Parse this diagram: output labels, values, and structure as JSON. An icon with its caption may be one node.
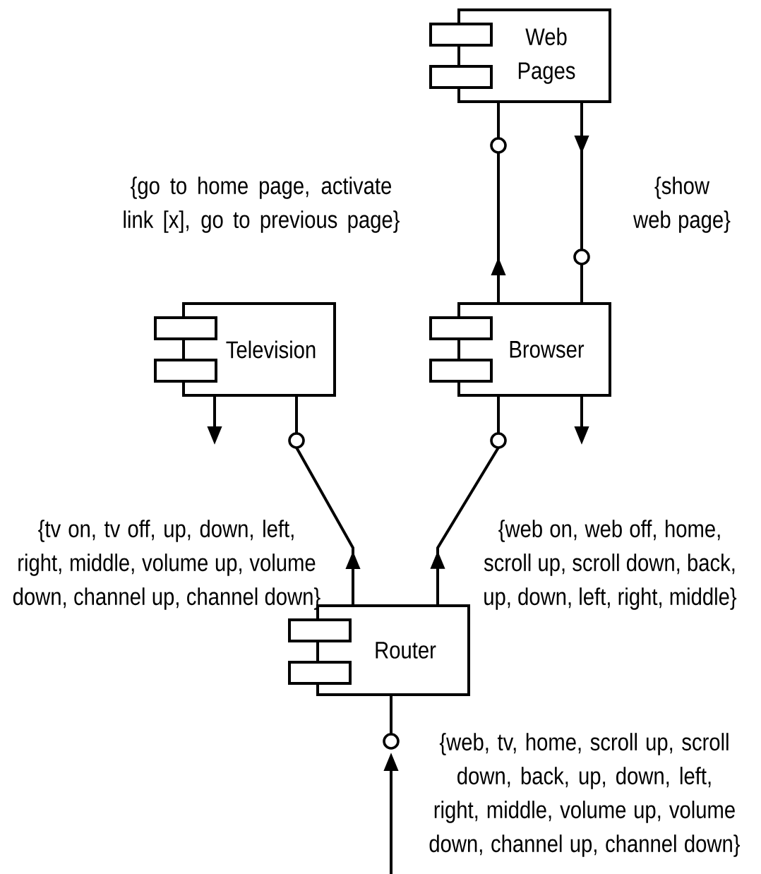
{
  "diagram": {
    "nodes": [
      {
        "text": [
          "Web Pages"
        ]
      },
      {
        "text": [],
        "shape": "circle"
      },
      {
        "text": [],
        "shape": "circle"
      },
      {
        "text": [
          "Television"
        ]
      },
      {
        "text": [
          "Browser"
        ]
      },
      {
        "text": [],
        "shape": "circle"
      },
      {
        "text": [],
        "shape": "circle"
      },
      {
        "text": [
          "Router"
        ]
      },
      {
        "text": [],
        "shape": "circle"
      }
    ],
    "edges": [
      {
        "from": 0,
        "to": 1,
        "arrow": "none"
      },
      {
        "from": 4,
        "to": 1,
        "arrow": "to"
      },
      {
        "from": 0,
        "to": 2,
        "arrow": "to"
      },
      {
        "from": 2,
        "to": 4,
        "arrow": "none"
      },
      {
        "from": 3,
        "to": null,
        "arrow": "to"
      },
      {
        "from": 3,
        "to": 5,
        "arrow": "none"
      },
      {
        "from": 7,
        "to": 5,
        "arrow": "to"
      },
      {
        "from": 4,
        "to": 6,
        "arrow": "none"
      },
      {
        "from": 7,
        "to": 6,
        "arrow": "to"
      },
      {
        "from": 4,
        "to": null,
        "arrow": "to"
      },
      {
        "from": 7,
        "to": 8,
        "arrow": "none"
      },
      {
        "from": null,
        "to": 8,
        "arrow": "to"
      }
    ],
    "labels": [
      "{go to home page, activate link [x], go to previous page}",
      "{show web page}",
      "{tv on, tv off, up, down, left, right, middle, volume up, volume down, channel up, channel down}",
      "{web on, web off, home, scroll up, scroll down, back, up, down, left, right, middle}",
      "{web, tv, home, scroll up, scroll down, back, up, down, left, right, middle, volume up, volume down, channel up, channel down}"
    ]
  }
}
